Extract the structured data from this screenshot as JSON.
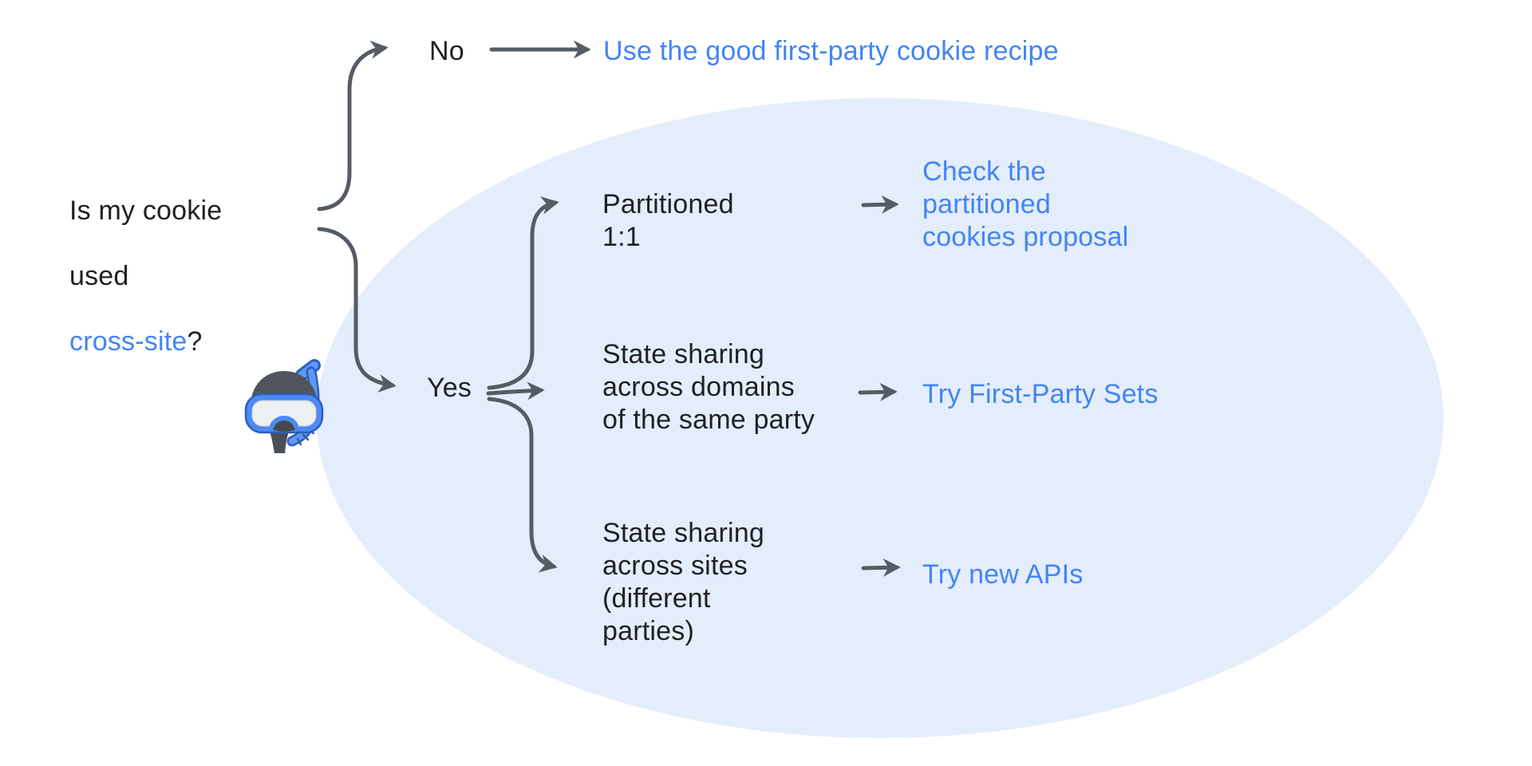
{
  "title": "Cookie usage decision flowchart",
  "colors": {
    "link_blue": "#4285F4",
    "text_black": "#202124",
    "arrow_gray": "#565C63",
    "ellipse_fill": "#E4EDFB",
    "background": "#FFFFFF"
  },
  "question": {
    "line1": "Is my cookie",
    "line2": "used",
    "highlight": "cross-site",
    "suffix": "?"
  },
  "no_branch": {
    "label": "No",
    "outcome": "Use the good first-party cookie recipe"
  },
  "yes_branch": {
    "label": "Yes",
    "children": [
      {
        "condition": "Partitioned\n1:1",
        "outcome": "Check the\npartitioned\ncookies proposal"
      },
      {
        "condition": "State sharing\nacross domains\nof the same party",
        "outcome": "Try First-Party Sets"
      },
      {
        "condition": "State sharing\nacross sites\n(different\nparties)",
        "outcome": "Try new APIs"
      }
    ]
  },
  "icons": {
    "diving_mask": "diving-mask-emoji"
  }
}
